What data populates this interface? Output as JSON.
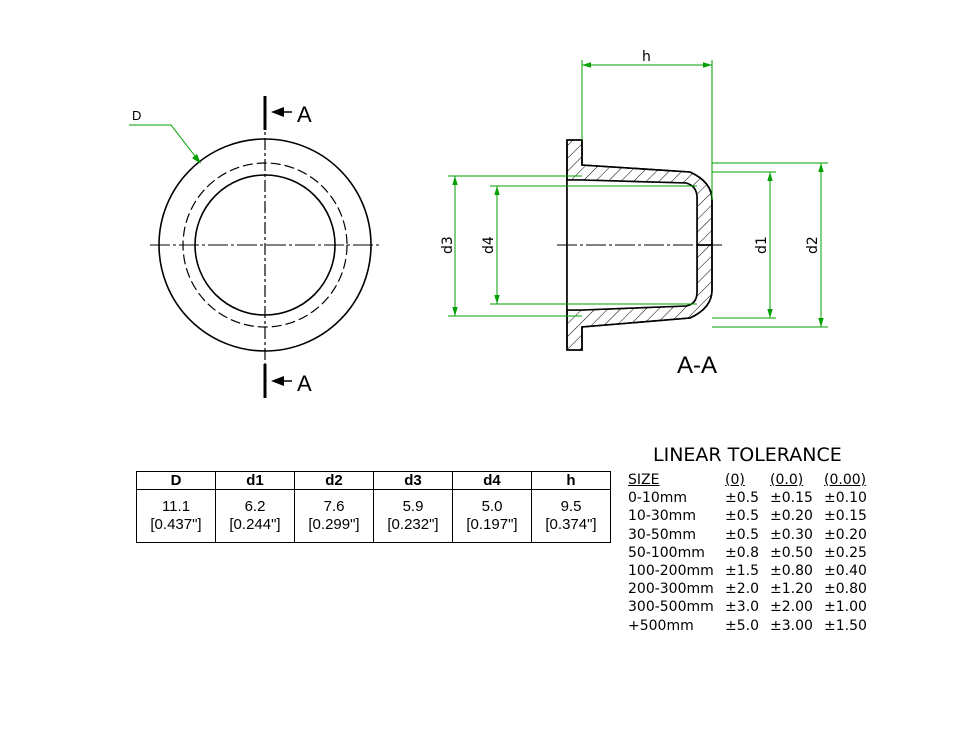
{
  "drawing": {
    "label_D": "D",
    "section_top_label": "A",
    "section_bottom_label": "A",
    "section_view_label": "A-A",
    "dim_labels": {
      "h": "h",
      "d1": "d1",
      "d2": "d2",
      "d3": "d3",
      "d4": "d4"
    },
    "colors": {
      "dimension": "#00a000",
      "line": "#000000",
      "leader": "#00a000"
    }
  },
  "dimension_table": {
    "headers": [
      "D",
      "d1",
      "d2",
      "d3",
      "d4",
      "h"
    ],
    "mm": [
      "11.1",
      "6.2",
      "7.6",
      "5.9",
      "5.0",
      "9.5"
    ],
    "inch": [
      "[0.437\"]",
      "[0.244\"]",
      "[0.299\"]",
      "[0.232\"]",
      "[0.197\"]",
      "[0.374\"]"
    ]
  },
  "tolerance": {
    "title": "LINEAR TOLERANCE",
    "headers": [
      "SIZE",
      "(0)",
      "(0.0)",
      "(0.00)"
    ],
    "rows": [
      [
        "0-10mm",
        "±0.5",
        "±0.15",
        "±0.10"
      ],
      [
        "10-30mm",
        "±0.5",
        "±0.20",
        "±0.15"
      ],
      [
        "30-50mm",
        "±0.5",
        "±0.30",
        "±0.20"
      ],
      [
        "50-100mm",
        "±0.8",
        "±0.50",
        "±0.25"
      ],
      [
        "100-200mm",
        "±1.5",
        "±0.80",
        "±0.40"
      ],
      [
        "200-300mm",
        "±2.0",
        "±1.20",
        "±0.80"
      ],
      [
        "300-500mm",
        "±3.0",
        "±2.00",
        "±1.00"
      ],
      [
        "+500mm",
        "±5.0",
        "±3.00",
        "±1.50"
      ]
    ]
  }
}
